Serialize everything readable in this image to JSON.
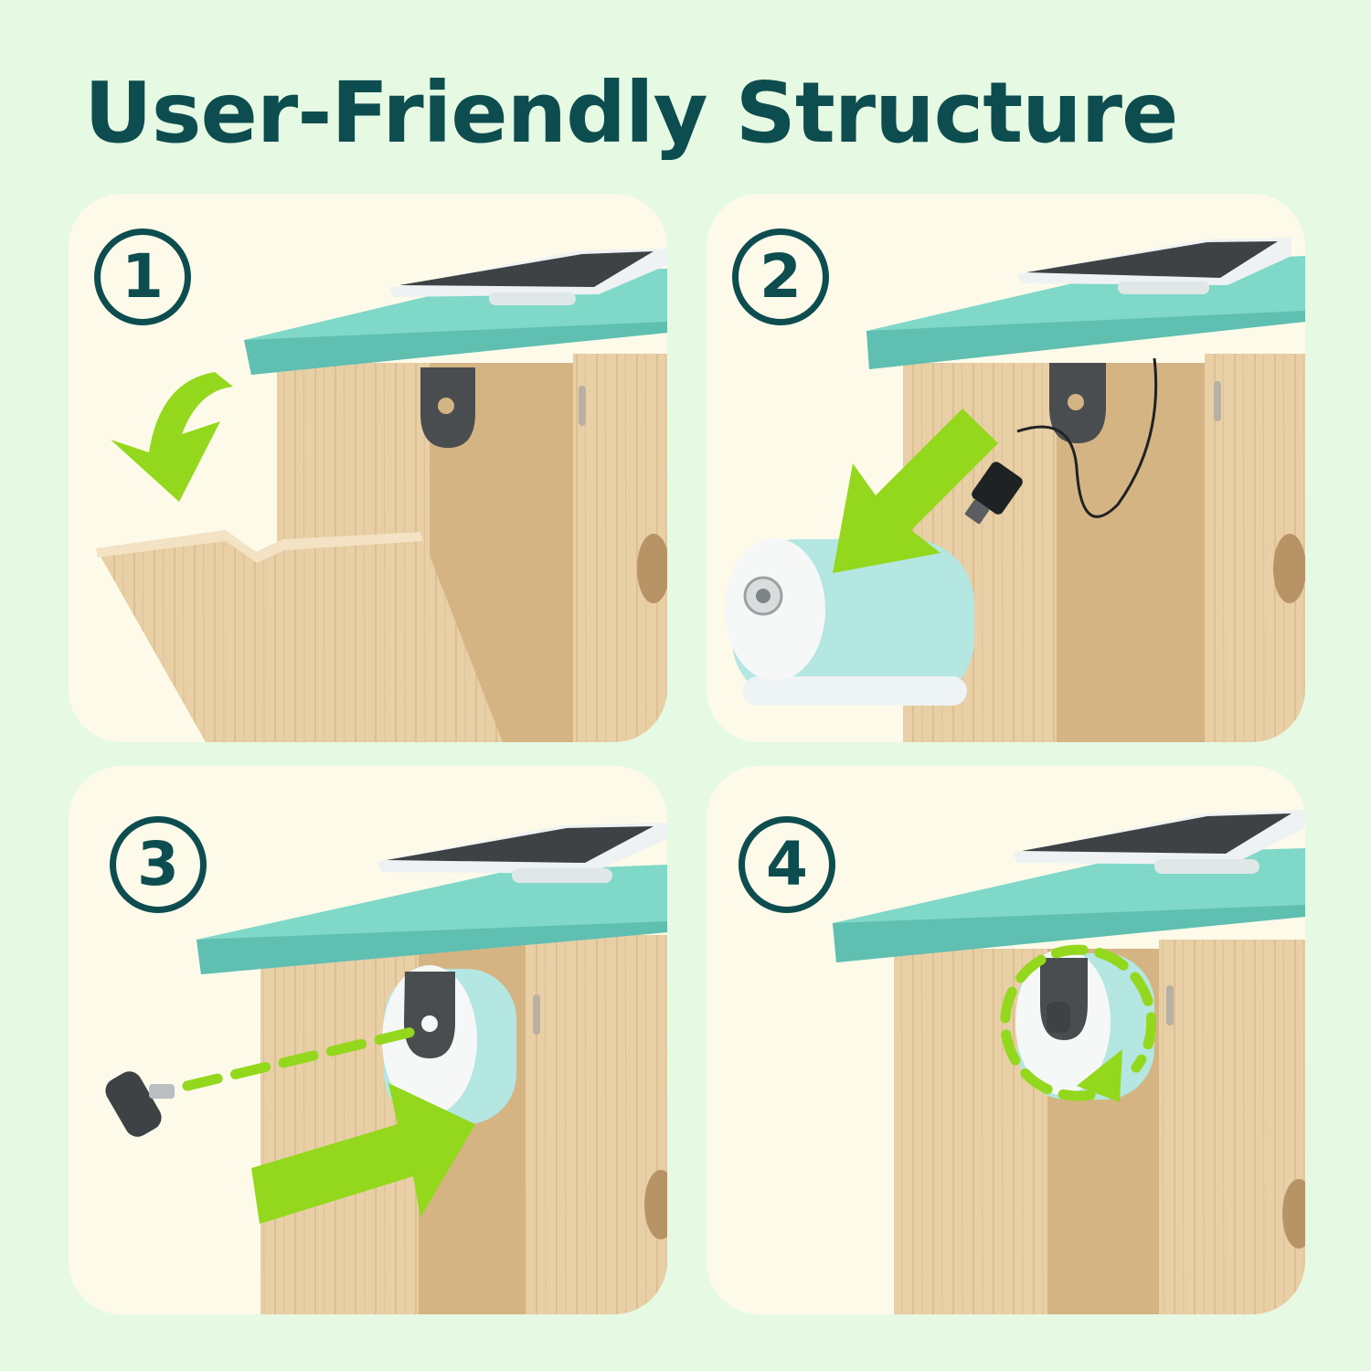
{
  "title": "User-Friendly Structure",
  "colors": {
    "background": "#e6f9e3",
    "panel": "#fdfaea",
    "title_text": "#0d4d4f",
    "roof": "#7fd8c8",
    "wood": "#e8cfa5",
    "arrow": "#93d81c",
    "camera": "#b4e6e2",
    "bracket": "#4a4d50"
  },
  "steps": [
    {
      "number": "1",
      "icon": "tilt-down-arrow-icon"
    },
    {
      "number": "2",
      "icon": "insert-arrow-icon"
    },
    {
      "number": "3",
      "icon": "push-arrow-icon"
    },
    {
      "number": "4",
      "icon": "rotate-arrow-icon"
    }
  ]
}
